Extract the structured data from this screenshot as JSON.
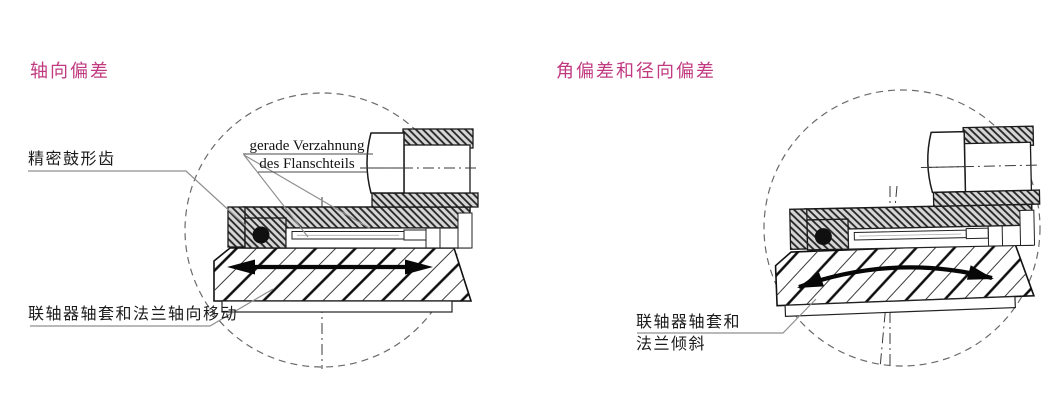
{
  "figure": {
    "left": {
      "title": "轴向偏差",
      "label_crowned_teeth": "精密鼓形齿",
      "label_gear_line1": "gerade Verzahnung",
      "label_gear_line2": "des Flanschteils",
      "label_axial": "联轴器轴套和法兰轴向移动"
    },
    "right": {
      "title": "角偏差和径向偏差",
      "label_tilt_line1": "联轴器轴套和",
      "label_tilt_line2": "法兰倾斜"
    },
    "colors": {
      "title_magenta": "#c13a80",
      "label_text": "#1b1b1b",
      "leader_gray": "#8f8f8f",
      "drawing_line": "#1a1a1a",
      "hatch_fill": "#d6d6d6"
    }
  }
}
